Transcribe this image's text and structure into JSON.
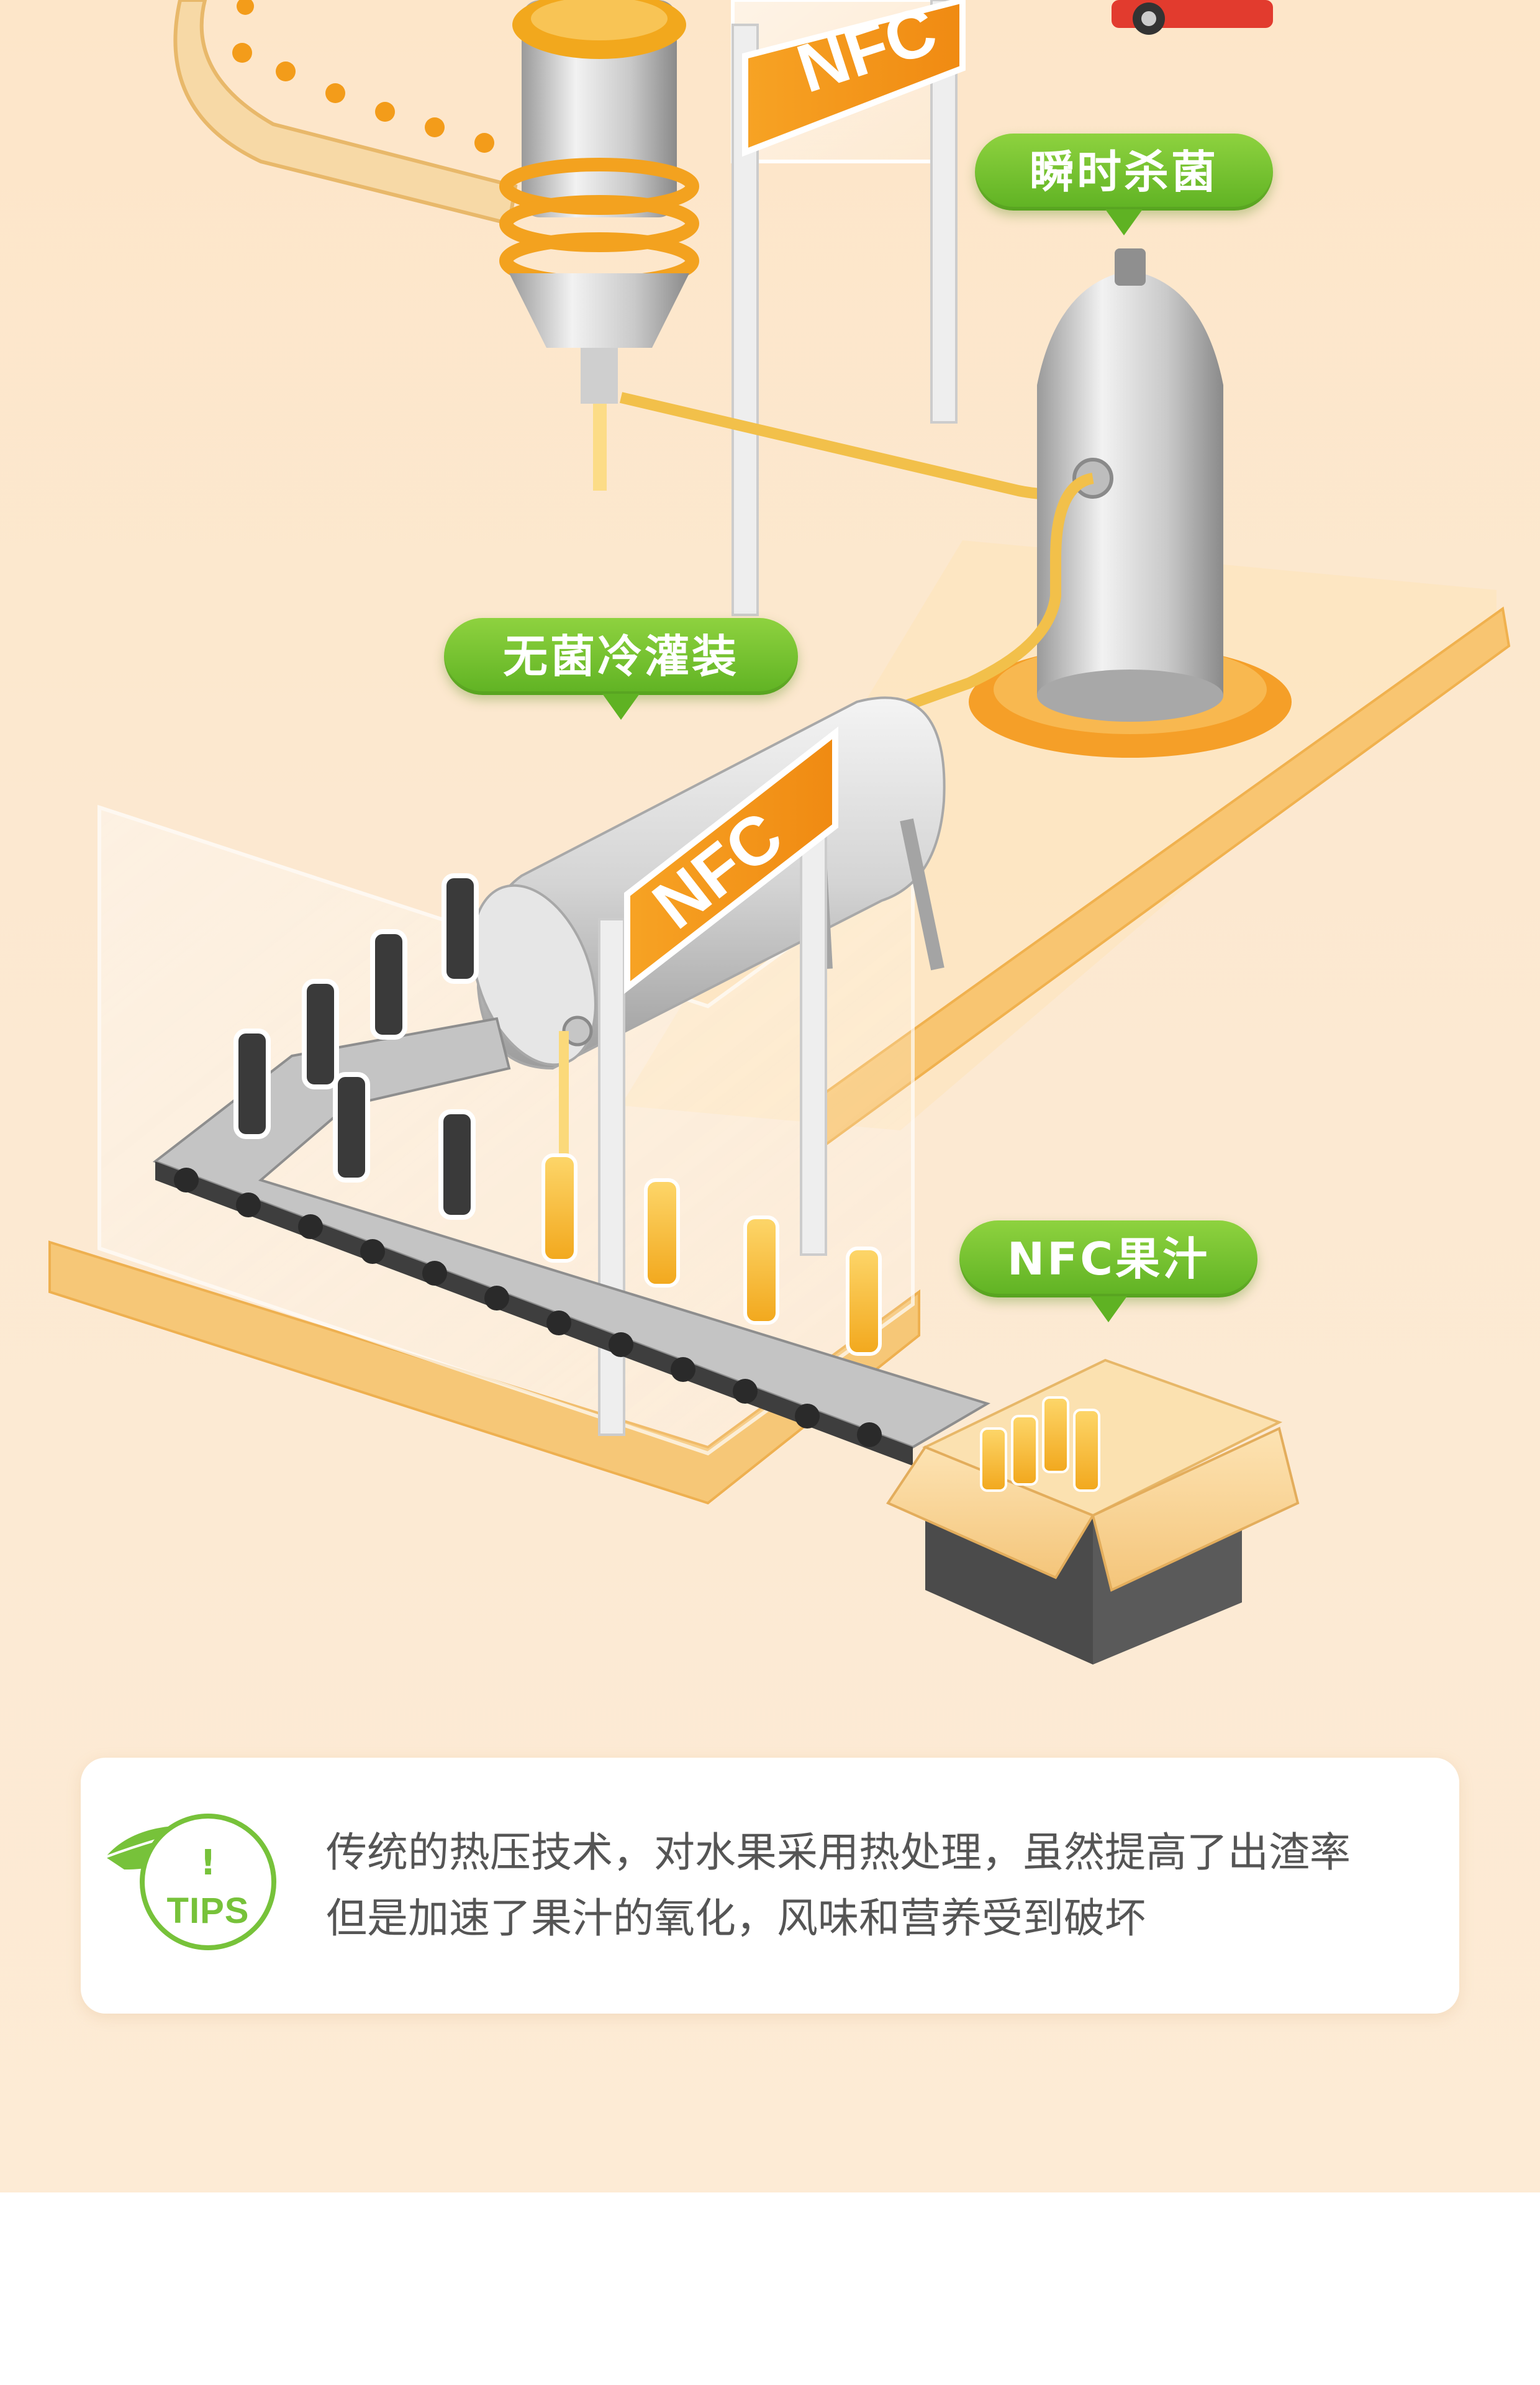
{
  "labels": {
    "sterilize": "瞬时杀菌",
    "aseptic_fill": "无菌冷灌装",
    "nfc_juice": "NFC果汁"
  },
  "machine_logo": "NFC",
  "tips": {
    "exclamation": "!",
    "badge": "TIPS",
    "line1": "传统的热压技术，对水果采用热处理，虽然提高了出渣率",
    "line2": "但是加速了果汁的氧化，风味和营养受到破坏"
  },
  "colors": {
    "background": "#fde6c9",
    "bubble_green": "#6bbc2a",
    "accent_orange": "#f39c1a",
    "tips_green": "#77c23a",
    "text_gray": "#555555"
  }
}
